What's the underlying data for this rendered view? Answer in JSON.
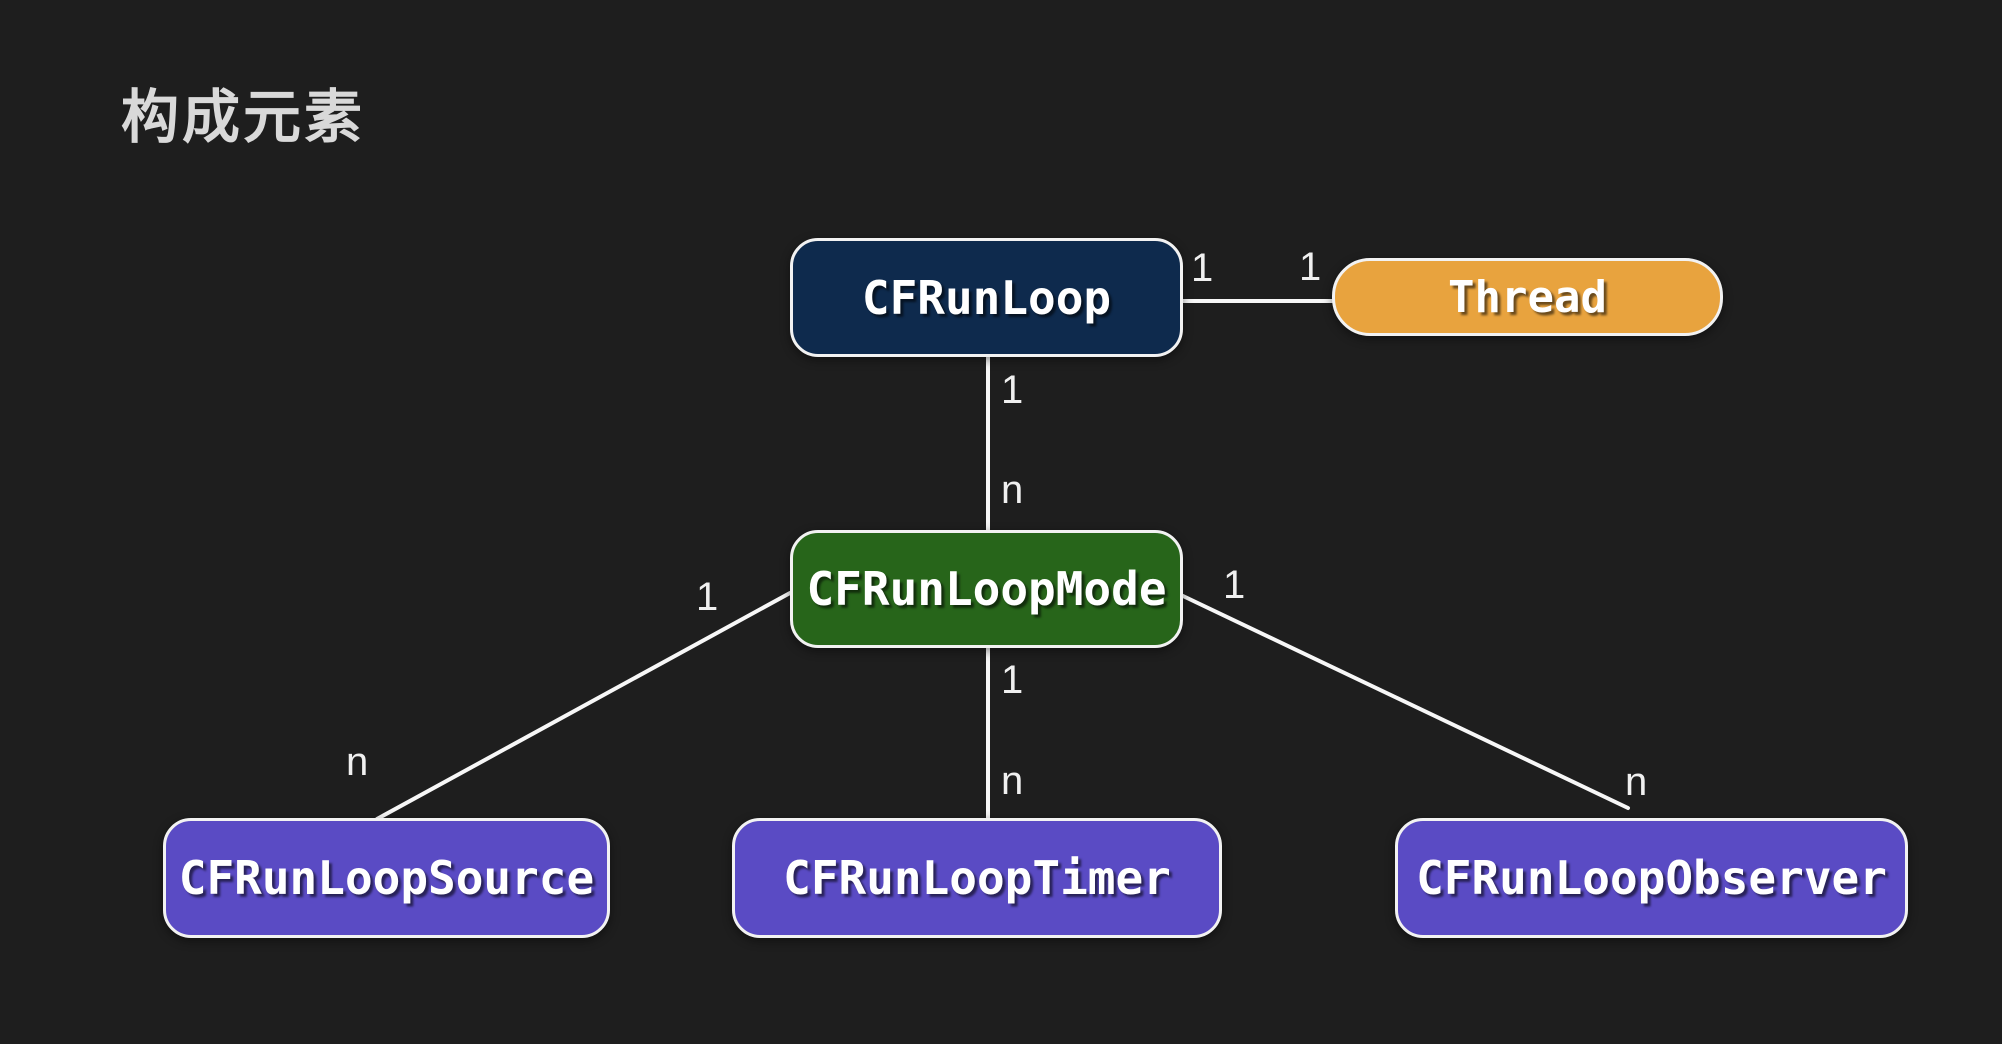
{
  "title": "构成元素",
  "colors": {
    "background": "#1e1e1e",
    "line": "#f7f7f7",
    "node_border": "#f2f2f2",
    "node_text": "#ffffff",
    "title_text": "#d9d9d9",
    "cardinality_text": "#f0f0f0",
    "navy": "#0e2a4d",
    "orange": "#e8a33e",
    "green": "#27651a",
    "purple": "#5a4bc4"
  },
  "diagram": {
    "nodes": [
      {
        "id": "cfrunloop",
        "label": "CFRunLoop",
        "color": "#0e2a4d"
      },
      {
        "id": "thread",
        "label": "Thread",
        "color": "#e8a33e"
      },
      {
        "id": "cfrunloopmode",
        "label": "CFRunLoopMode",
        "color": "#27651a"
      },
      {
        "id": "cfrunloopsource",
        "label": "CFRunLoopSource",
        "color": "#5a4bc4"
      },
      {
        "id": "cfrunlooptimer",
        "label": "CFRunLoopTimer",
        "color": "#5a4bc4"
      },
      {
        "id": "cfrunloopobserver",
        "label": "CFRunLoopObserver",
        "color": "#5a4bc4"
      }
    ],
    "edges": [
      {
        "from": "cfrunloop",
        "to": "thread",
        "from_card": "1",
        "to_card": "1"
      },
      {
        "from": "cfrunloop",
        "to": "cfrunloopmode",
        "from_card": "1",
        "to_card": "n"
      },
      {
        "from": "cfrunloopmode",
        "to": "cfrunloopsource",
        "from_card": "1",
        "to_card": "n"
      },
      {
        "from": "cfrunloopmode",
        "to": "cfrunlooptimer",
        "from_card": "1",
        "to_card": "n"
      },
      {
        "from": "cfrunloopmode",
        "to": "cfrunloopobserver",
        "from_card": "1",
        "to_card": "n"
      }
    ]
  }
}
